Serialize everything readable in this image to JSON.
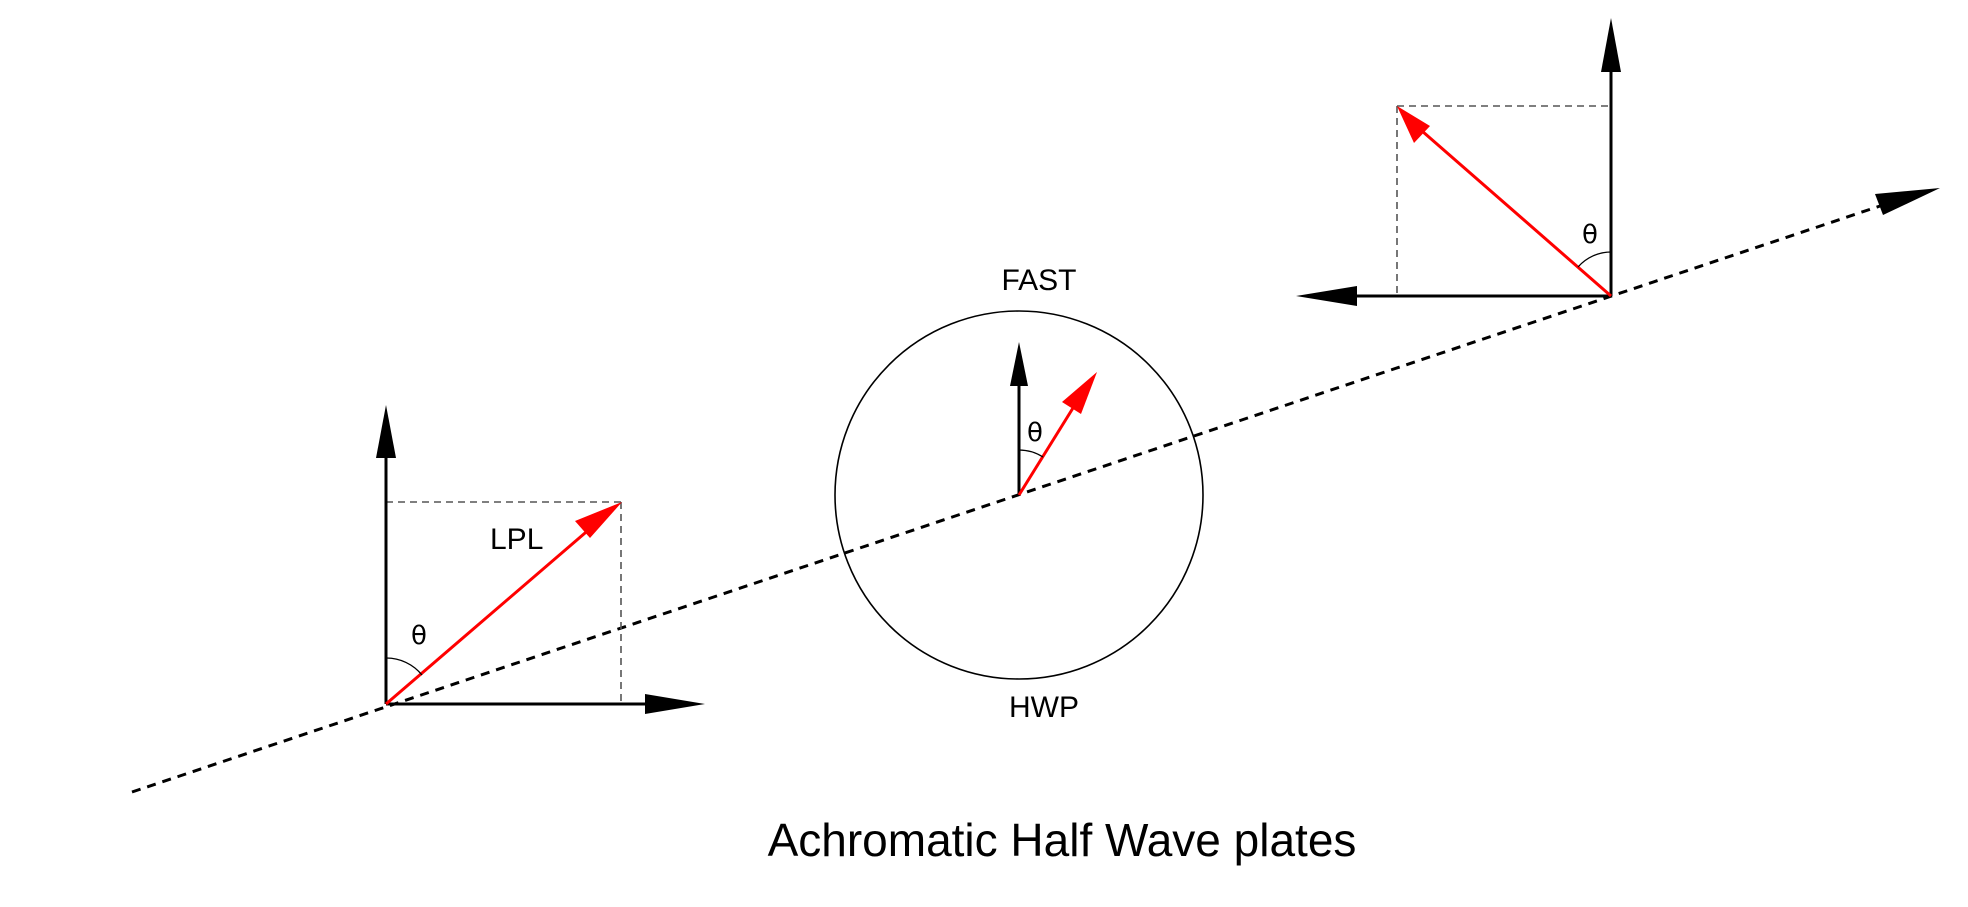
{
  "labels": {
    "input_polarization": "LPL",
    "fast_axis": "FAST",
    "plate": "HWP",
    "angle": "θ"
  },
  "caption": "Achromatic Half Wave plates",
  "colors": {
    "ink": "#000000",
    "polarization_vector": "#ff0000",
    "construction_lines": "#555555"
  }
}
